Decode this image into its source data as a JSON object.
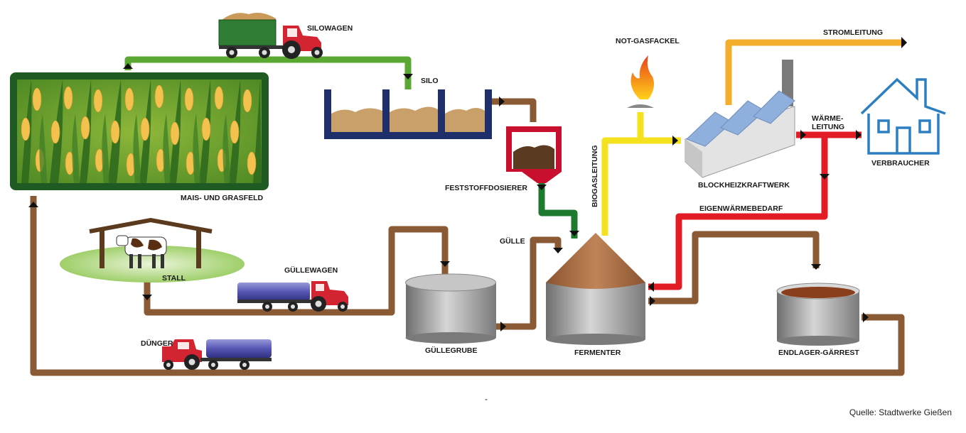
{
  "labels": {
    "silowagen": "SILOWAGEN",
    "silo": "SILO",
    "mais_grasfeld": "MAIS- UND GRASFELD",
    "feststoffdosierer": "FESTSTOFFDOSIERER",
    "not_gasfackel": "NOT-GASFACKEL",
    "stromleitung": "STROMLEITUNG",
    "waerme_1": "WÄRME-",
    "waerme_2": "LEITUNG",
    "verbraucher": "VERBRAUCHER",
    "blockheizkraftwerk": "BLOCKHEIZKRAFTWERK",
    "biogasleitung": "BIOGASLEITUNG",
    "eigenwaermebedarf": "EIGENWÄRMEBEDARF",
    "guelle": "GÜLLE",
    "stall": "STALL",
    "guellewagen": "GÜLLEWAGEN",
    "guellegrube": "GÜLLEGRUBE",
    "fermenter": "FERMENTER",
    "endlager": "ENDLAGER-GÄRREST",
    "duenger": "DÜNGER",
    "dash": "-",
    "source": "Quelle: Stadtwerke Gießen"
  },
  "colors": {
    "pipe_brown": "#8a5a34",
    "pipe_green_light": "#5aa832",
    "pipe_green_dark": "#1e7a2e",
    "pipe_yellow": "#f3e21d",
    "pipe_orange": "#f4ae2c",
    "pipe_red": "#e21c24",
    "house_blue": "#2c7fc0",
    "silo_blue": "#1e2f6a",
    "field_frame": "#1f5a22"
  }
}
